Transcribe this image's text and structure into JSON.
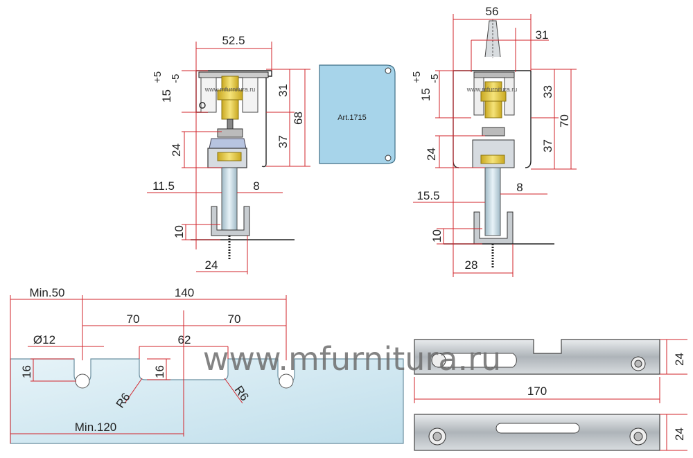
{
  "left_section": {
    "dims": {
      "w52_5": "52.5",
      "v15": "15",
      "v15_sup": "+5",
      "v15_sub": "-5",
      "v31": "31",
      "v68": "68",
      "v37": "37",
      "v24": "24",
      "h11_5": "11.5",
      "h8": "8",
      "v10": "10",
      "h24": "24"
    },
    "watermark": "www.mfurnitura.ru"
  },
  "art_panel": {
    "label": "Art.1715"
  },
  "right_section": {
    "dims": {
      "w56": "56",
      "w31": "31",
      "v15": "15",
      "v15_sup": "+5",
      "v15_sub": "-5",
      "v33": "33",
      "v70": "70",
      "v37": "37",
      "v24": "24",
      "h15_5": "15.5",
      "h8": "8",
      "v10": "10",
      "h28": "28"
    },
    "watermark": "www.mfurnitura.ru"
  },
  "glass_panel": {
    "dims": {
      "min50": "Min.50",
      "d140": "140",
      "d70a": "70",
      "d70b": "70",
      "dia12": "Ø12",
      "d62": "62",
      "v16a": "16",
      "v16b": "16",
      "r6a": "R6",
      "r6b": "R6",
      "min120": "Min.120"
    }
  },
  "plates": {
    "dims": {
      "w170": "170",
      "v24a": "24",
      "v24b": "24"
    }
  },
  "watermark_big": "www.mfurnitura.ru",
  "colors": {
    "dimension_red": "#d2232a",
    "glass": "#cfe7f2",
    "art_blue": "#a7d4ea",
    "brass": "#e8d34a",
    "steel": "#b8bec4"
  }
}
